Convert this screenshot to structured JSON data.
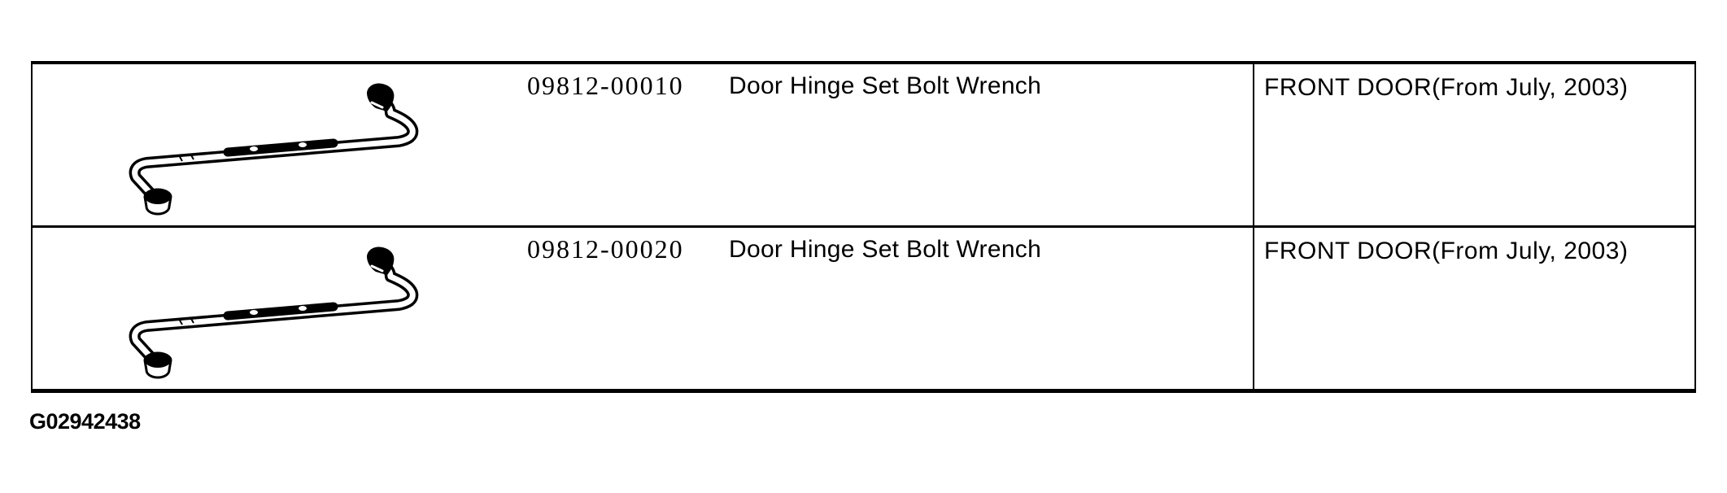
{
  "page": {
    "background_color": "#ffffff",
    "line_color": "#000000",
    "kind": "service-manual-sst-table"
  },
  "table": {
    "rows": [
      {
        "illustration": "offset-socket-wrench-drawing",
        "part_number": "09812-00010",
        "description": "Door Hinge Set Bolt Wrench",
        "application": "FRONT DOOR(From July, 2003)"
      },
      {
        "illustration": "offset-socket-wrench-drawing",
        "part_number": "09812-00020",
        "description": "Door Hinge Set Bolt Wrench",
        "application": "FRONT DOOR(From July, 2003)"
      }
    ]
  },
  "footer": {
    "figure_id": "G02942438"
  }
}
